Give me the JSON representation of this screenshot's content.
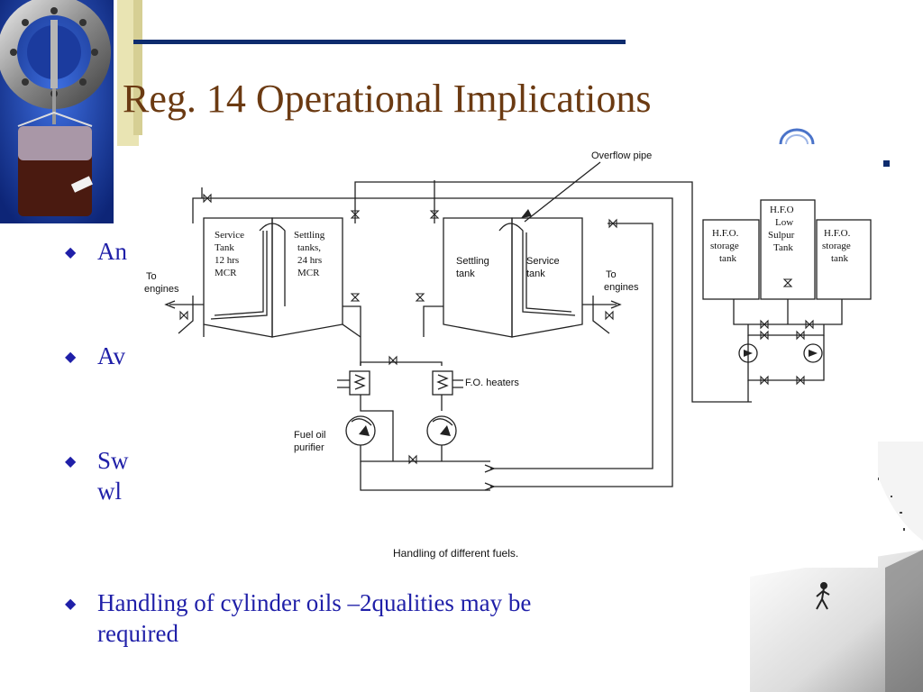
{
  "slide": {
    "title": "Reg. 14 Operational Implications",
    "bullets": [
      {
        "text": "An"
      },
      {
        "text": "Av"
      },
      {
        "text": "Sw",
        "text2": "wl"
      },
      {
        "text": "Handling of cylinder oils –2qualities may be",
        "text2": "required"
      }
    ]
  },
  "diagram": {
    "overflow_label": "Overflow pipe",
    "caption": "Handling of different fuels.",
    "left_service_tank": [
      "Service",
      "Tank",
      "12 hrs",
      "MCR"
    ],
    "left_settling_tanks": [
      "Settling",
      "tanks,",
      "24 hrs",
      "MCR"
    ],
    "right_settling_tank": [
      "Settling",
      "tank"
    ],
    "right_service_tank": [
      "Service",
      "tank"
    ],
    "to_engines_left": [
      "To",
      "engines"
    ],
    "to_engines_right": [
      "To",
      "engines"
    ],
    "fo_heaters": "F.O. heaters",
    "fuel_oil_purifier": [
      "Fuel oil",
      "purifier"
    ],
    "hfo_storage_left": [
      "H.F.O.",
      "storage",
      "tank"
    ],
    "hfo_low_sulphur": [
      "H.F.O",
      "Low",
      "Sulpur",
      "Tank"
    ],
    "hfo_storage_right": [
      "H.F.O.",
      "storage",
      "tank"
    ]
  },
  "colors": {
    "title": "#6b3a12",
    "bullet_text": "#1f1fa8",
    "rule": "#0e2c6e",
    "deco": "#e9e4b3"
  },
  "icons": [
    "diamond-bullet-icon",
    "ring-logo-icon",
    "pump-icon",
    "valve-icon",
    "heater-icon"
  ]
}
